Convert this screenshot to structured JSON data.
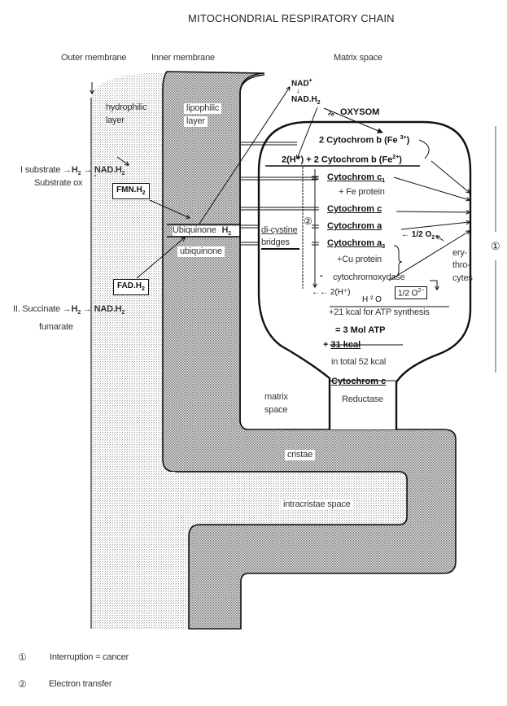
{
  "title": "MITOCHONDRIAL RESPIRATORY CHAIN",
  "regions": {
    "outer_membrane": "Outer membrane",
    "inner_membrane": "Inner membrane",
    "matrix_space_top": "Matrix space",
    "hydrophilic": [
      "hydrophilic",
      "layer"
    ],
    "lipophilic": [
      "lipophilic",
      "layer"
    ],
    "matrix_space_bottom": [
      "matrix",
      "space"
    ],
    "cristae": "cristae",
    "intracristae": "intracristae space"
  },
  "substrates": {
    "substrate_1": "I substrate",
    "substrate_1_h2": "H",
    "substrate_1_ox": "Substrate ox",
    "succinate": "II. Succinate",
    "succinate_h2": "H",
    "fumarate": "fumarate",
    "nad_h2_top": "NAD.H",
    "nad_h2_bottom": "NAD.H",
    "fmn": "FMN.H",
    "fad": "FAD.H",
    "subscript_2": "2"
  },
  "ubiquinone": {
    "reduced": "Ubiquinone",
    "reduced_h2": "H",
    "oxidized": "ubiquinone"
  },
  "bridges": [
    "di-cystine",
    "bridges"
  ],
  "oxysom": {
    "nad_plus": "NAD",
    "nad_plus_sup": "+",
    "nad_h2": "NAD.H",
    "electrons": "2e",
    "label": "OXYSOM",
    "cyt_b_fe3": "2 Cytochrom b (Fe",
    "fe3_sup": "3+",
    "cyt_b_fe2": "2(H⁺) + 2 Cytochrom b (Fe",
    "fe2_sup": "2+",
    "cyt_c1": "Cytochrom c",
    "c1_sub": "1",
    "fe_protein": "+  Fe protein",
    "cyt_c": "Cytochrom c",
    "cyt_a": "Cytochrom a",
    "cyt_a3": "Cytochrom a",
    "a3_sub": "3",
    "oxygen_half": "← 1/2 O",
    "oxygen_sub": "2",
    "cu_protein": "+Cu protein",
    "cytochromoxydase": "cytochromoxydase",
    "minus": "-",
    "h_plus": "←← 2(H⁺)",
    "water": "H ² O",
    "o2_minus": "1/2 O",
    "o2_minus_sup": "2−",
    "atp_synthesis": "+21 kcal for ATP synthesis",
    "mol_atp": "= 3 Mol ATP",
    "kcal_31_prefix": "+ ",
    "kcal_31": "31 kcal",
    "total": "in total 52 kcal",
    "reductase_title": "Cytochrom c",
    "reductase": "Reductase"
  },
  "erythrocytes": [
    "ery-",
    "thro-",
    "cytes"
  ],
  "markers": {
    "one": "①",
    "two": "②"
  },
  "legend": [
    {
      "marker": "①",
      "text": "Interruption = cancer"
    },
    {
      "marker": "②",
      "text": "Electron transfer"
    }
  ],
  "colors": {
    "ink": "#111111",
    "outer_stipple": "#d8d8d8",
    "inner_stipple": "#b8b8b8",
    "paper": "#ffffff"
  }
}
